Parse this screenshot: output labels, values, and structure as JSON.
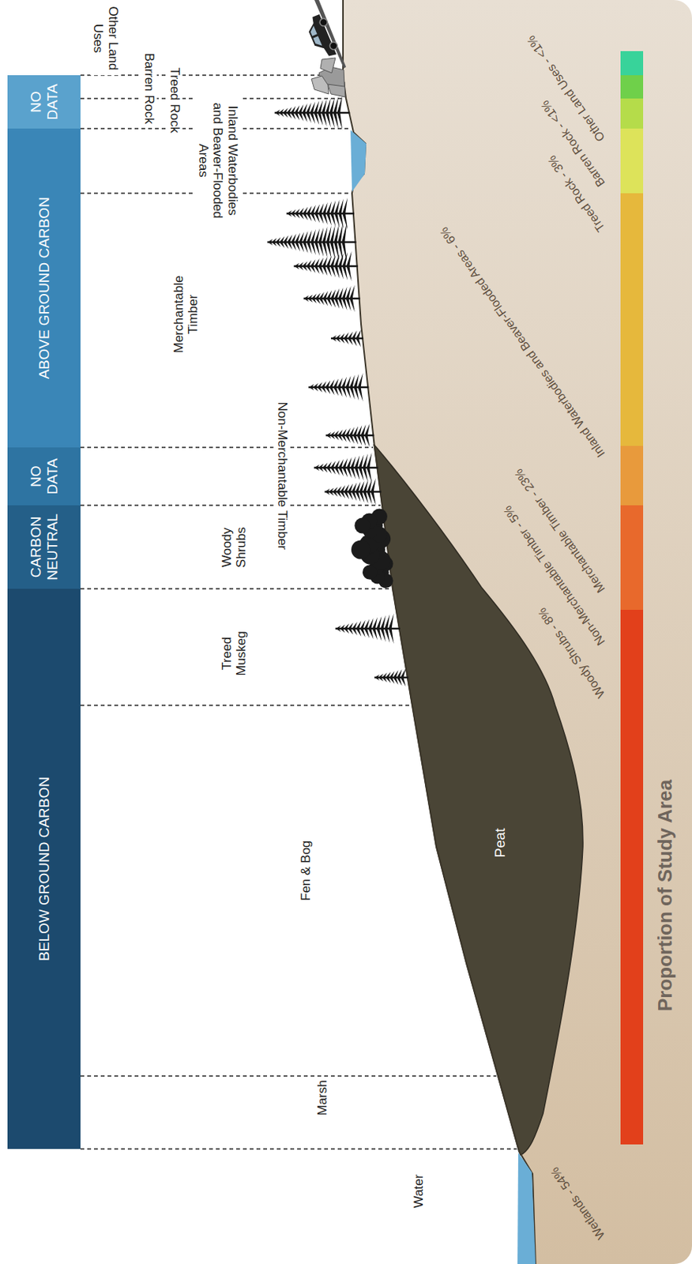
{
  "diagram": {
    "nodes": [
      {
        "text": [
          "BELOW GROUND CARBON"
        ]
      },
      {
        "text": [
          "CARBON NEUTRAL"
        ]
      },
      {
        "text": [
          "NO DATA"
        ]
      },
      {
        "text": [
          "ABOVE GROUND CARBON"
        ]
      },
      {
        "text": [
          "NO DATA"
        ]
      }
    ],
    "labels": [
      "Water",
      "Marsh",
      "Fen & Bog",
      "Peat",
      "Treed Muskeg",
      "Woody Shrubs",
      "Non-Merchantable Timber",
      "Merchantable Timber",
      "Inland Waterbodies and Beaver-Flooded Areas",
      "Treed Rock",
      "Barren Rock",
      "Other Land Uses",
      "Proportion of Study Area"
    ],
    "legend": [
      {
        "text": "Wetlands - 54%",
        "color": "#e2401b"
      },
      {
        "text": "Woody Shrubs - 8%",
        "color": "#e8692c"
      },
      {
        "text": "Non-Merchantable Timber - 5%",
        "color": "#e89a3c"
      },
      {
        "text": "Merchantable Timber - 23%",
        "color": "#e6b83c"
      },
      {
        "text": "Inland Waterbodies and Beaver-Flooded Areas - 6%",
        "color": "#dde35a"
      },
      {
        "text": "Treed Rock - 3%",
        "color": "#b5dc4a"
      },
      {
        "text": "Barren Rock - <1%",
        "color": "#6fd04a"
      },
      {
        "text": "Other Land Uses - <1%",
        "color": "#38d39a"
      }
    ]
  }
}
